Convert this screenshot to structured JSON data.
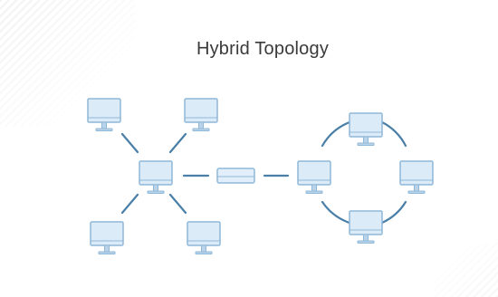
{
  "title": "Hybrid Topology",
  "colors": {
    "screen_fill": "#dcebf8",
    "screen_stroke": "#8fb8d8",
    "link_stroke": "#4a7fa8",
    "hub_fill": "#e2eef9",
    "title_text": "#3a3a3a"
  },
  "nodes": [
    {
      "name": "star-center-computer",
      "icon": "computer-icon"
    },
    {
      "name": "star-top-left-computer",
      "icon": "computer-icon"
    },
    {
      "name": "star-top-right-computer",
      "icon": "computer-icon"
    },
    {
      "name": "star-bottom-left-computer",
      "icon": "computer-icon"
    },
    {
      "name": "star-bottom-right-computer",
      "icon": "computer-icon"
    },
    {
      "name": "bus-hub-device",
      "icon": "hub-icon"
    },
    {
      "name": "ring-left-computer",
      "icon": "computer-icon"
    },
    {
      "name": "ring-top-computer",
      "icon": "computer-icon"
    },
    {
      "name": "ring-right-computer",
      "icon": "computer-icon"
    },
    {
      "name": "ring-bottom-computer",
      "icon": "computer-icon"
    }
  ]
}
